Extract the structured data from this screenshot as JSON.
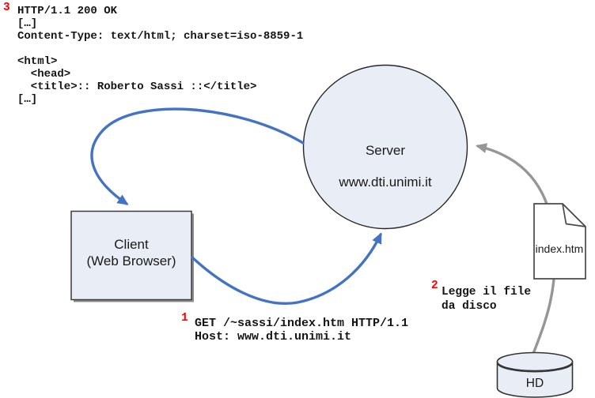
{
  "colors": {
    "arrow_blue": "#4472c4",
    "arrow_gray": "#969696",
    "node_fill": "#e8edf6",
    "annotation_red": "#ff0000",
    "outline_dark": "#2e2e2e"
  },
  "server": {
    "name": "Server",
    "host": "www.dti.unimi.it"
  },
  "client": {
    "label": "Client\n(Web Browser)"
  },
  "file": {
    "label": "index.htm"
  },
  "disk": {
    "label": "HD"
  },
  "steps": {
    "request": {
      "number": "1",
      "code": "GET /~sassi/index.htm HTTP/1.1\nHost: www.dti.unimi.it"
    },
    "disk_read": {
      "number": "2",
      "note": "Legge il file\nda disco"
    },
    "response": {
      "number": "3",
      "code": "HTTP/1.1 200 OK\n[…]\nContent-Type: text/html; charset=iso-8859-1\n\n<html>\n  <head>\n  <title>:: Roberto Sassi ::</title>\n[…]"
    }
  }
}
